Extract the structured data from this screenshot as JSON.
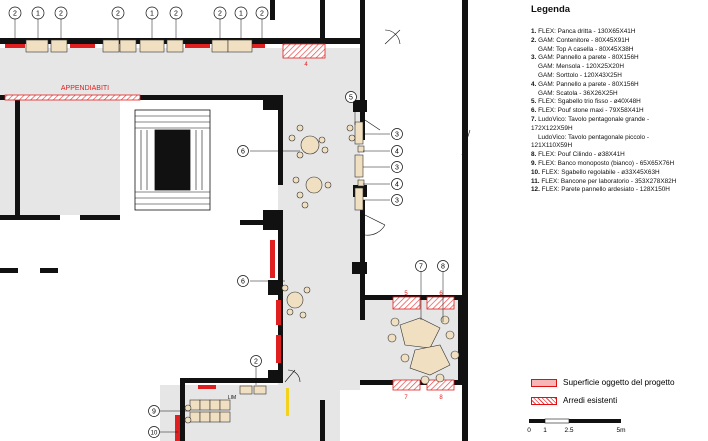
{
  "plan": {
    "label_appendiabiti": "APPENDIABITI",
    "label_lim": "LIM",
    "markers": {
      "top_row": [
        "2",
        "1",
        "2",
        "2",
        "1",
        "2",
        "2",
        "1",
        "2"
      ],
      "red_4": "4",
      "m5": "5",
      "m6a": "6",
      "m6b": "6",
      "r3a": "3",
      "r4a": "4",
      "r3b": "3",
      "r4b": "4",
      "r3c": "3",
      "m7": "7",
      "m8": "8",
      "red5": "5",
      "red6": "6",
      "red7": "7",
      "red8": "8",
      "m2b": "2",
      "m9": "9",
      "m10": "10"
    }
  },
  "legend": {
    "title": "Legenda",
    "items": [
      {
        "num": "1.",
        "text": "FLEX: Panca dritta - 130X65X41H",
        "sub": false
      },
      {
        "num": "2.",
        "text": "GAM: Contenitore - 80X45X91H",
        "sub": false
      },
      {
        "num": "",
        "text": "GAM: Top A casella - 80X45X38H",
        "sub": true
      },
      {
        "num": "3.",
        "text": "GAM: Pannello a parete - 80X156H",
        "sub": false
      },
      {
        "num": "",
        "text": "GAM: Mensola - 120X25X20H",
        "sub": true
      },
      {
        "num": "",
        "text": "GAM: Sorttolo - 120X43X25H",
        "sub": true
      },
      {
        "num": "4.",
        "text": "GAM: Pannello a parete - 80X156H",
        "sub": false
      },
      {
        "num": "",
        "text": "GAM: Scatola - 36X26X25H",
        "sub": true
      },
      {
        "num": "5.",
        "text": "FLEX: Sgabello trio fisso - ø40X48H",
        "sub": false
      },
      {
        "num": "6.",
        "text": "FLEX: Pouf stone maxi - 79X58X41H",
        "sub": false
      },
      {
        "num": "7.",
        "text": "LudoVico: Tavolo pentagonale grande -",
        "sub": false
      },
      {
        "num": "",
        "text": "172X122X59H",
        "sub": false
      },
      {
        "num": "",
        "text": "LudoVico: Tavolo pentagonale piccolo -",
        "sub": true
      },
      {
        "num": "",
        "text": "121X110X59H",
        "sub": false
      },
      {
        "num": "8.",
        "text": "FLEX: Pouf Cilindo - ø38X41H",
        "sub": false
      },
      {
        "num": "9.",
        "text": "FLEX: Banco monoposto (bianco) - 65X65X76H",
        "sub": false
      },
      {
        "num": "10.",
        "text": "FLEX: Sgabello regolabile - ø33X45X63H",
        "sub": false
      },
      {
        "num": "11.",
        "text": "FLEX: Bancone per laboratorio - 353X278X82H",
        "sub": false
      },
      {
        "num": "12.",
        "text": "FLEX: Parete pannello ardesiato - 128X150H",
        "sub": false
      }
    ],
    "keys": {
      "project": "Superficie oggetto del progetto",
      "existing": "Arredi esistenti"
    }
  },
  "scale": {
    "labels": [
      "0",
      "1",
      "2.5",
      "5m"
    ]
  },
  "colors": {
    "wall": "#111111",
    "floor": "#e6e6e6",
    "red": "#e02020",
    "red_fill": "#f7b5b5",
    "furniture": "#f0dfc0",
    "yellow": "#f2d21a"
  }
}
